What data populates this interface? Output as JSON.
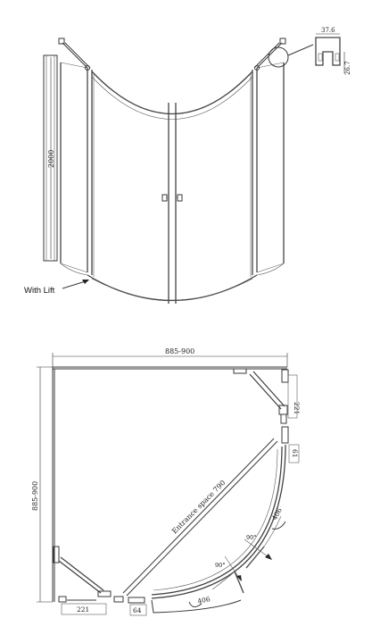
{
  "front_view": {
    "height_label": "2000",
    "lift_label": "With Lift",
    "profile_width": "37.6",
    "profile_depth": "26.7"
  },
  "plan_view": {
    "width_label": "885-900",
    "depth_label": "885-900",
    "side_panel_top": "221",
    "side_panel_bottom": "221",
    "gap_right": "61",
    "gap_bottom": "64",
    "entrance_label": "Entrance space 790",
    "door_width_right": "406",
    "door_width_bottom": "406",
    "angle_right": "90°",
    "angle_left": "90°"
  }
}
